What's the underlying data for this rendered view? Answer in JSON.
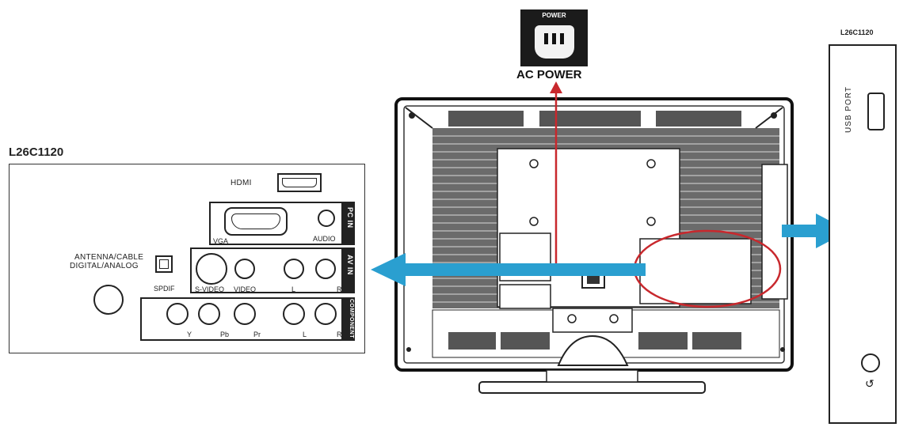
{
  "power_block": {
    "header": "POWER",
    "caption": "AC POWER"
  },
  "left_panel": {
    "model": "L26C1120",
    "hdmi": "HDMI",
    "vga": "VGA",
    "audio": "AUDIO",
    "pc_in": "PC IN",
    "antenna": "ANTENNA/CABLE",
    "antenna_sub": "DIGITAL/ANALOG",
    "spdif": "SPDIF",
    "svideo": "S-VIDEO",
    "video": "VIDEO",
    "av_l": "L",
    "av_r": "R",
    "av_in": "AV IN",
    "comp_y": "Y",
    "comp_pb": "Pb",
    "comp_pr": "Pr",
    "comp_l": "L",
    "comp_r": "R",
    "component": "COMPONENT"
  },
  "right_panel": {
    "model": "L26C1120",
    "usb": "USB PORT"
  },
  "colors": {
    "arrow_blue": "#2a9fd0",
    "arrow_red": "#c8282d",
    "highlight_ellipse": "#c8282d"
  }
}
